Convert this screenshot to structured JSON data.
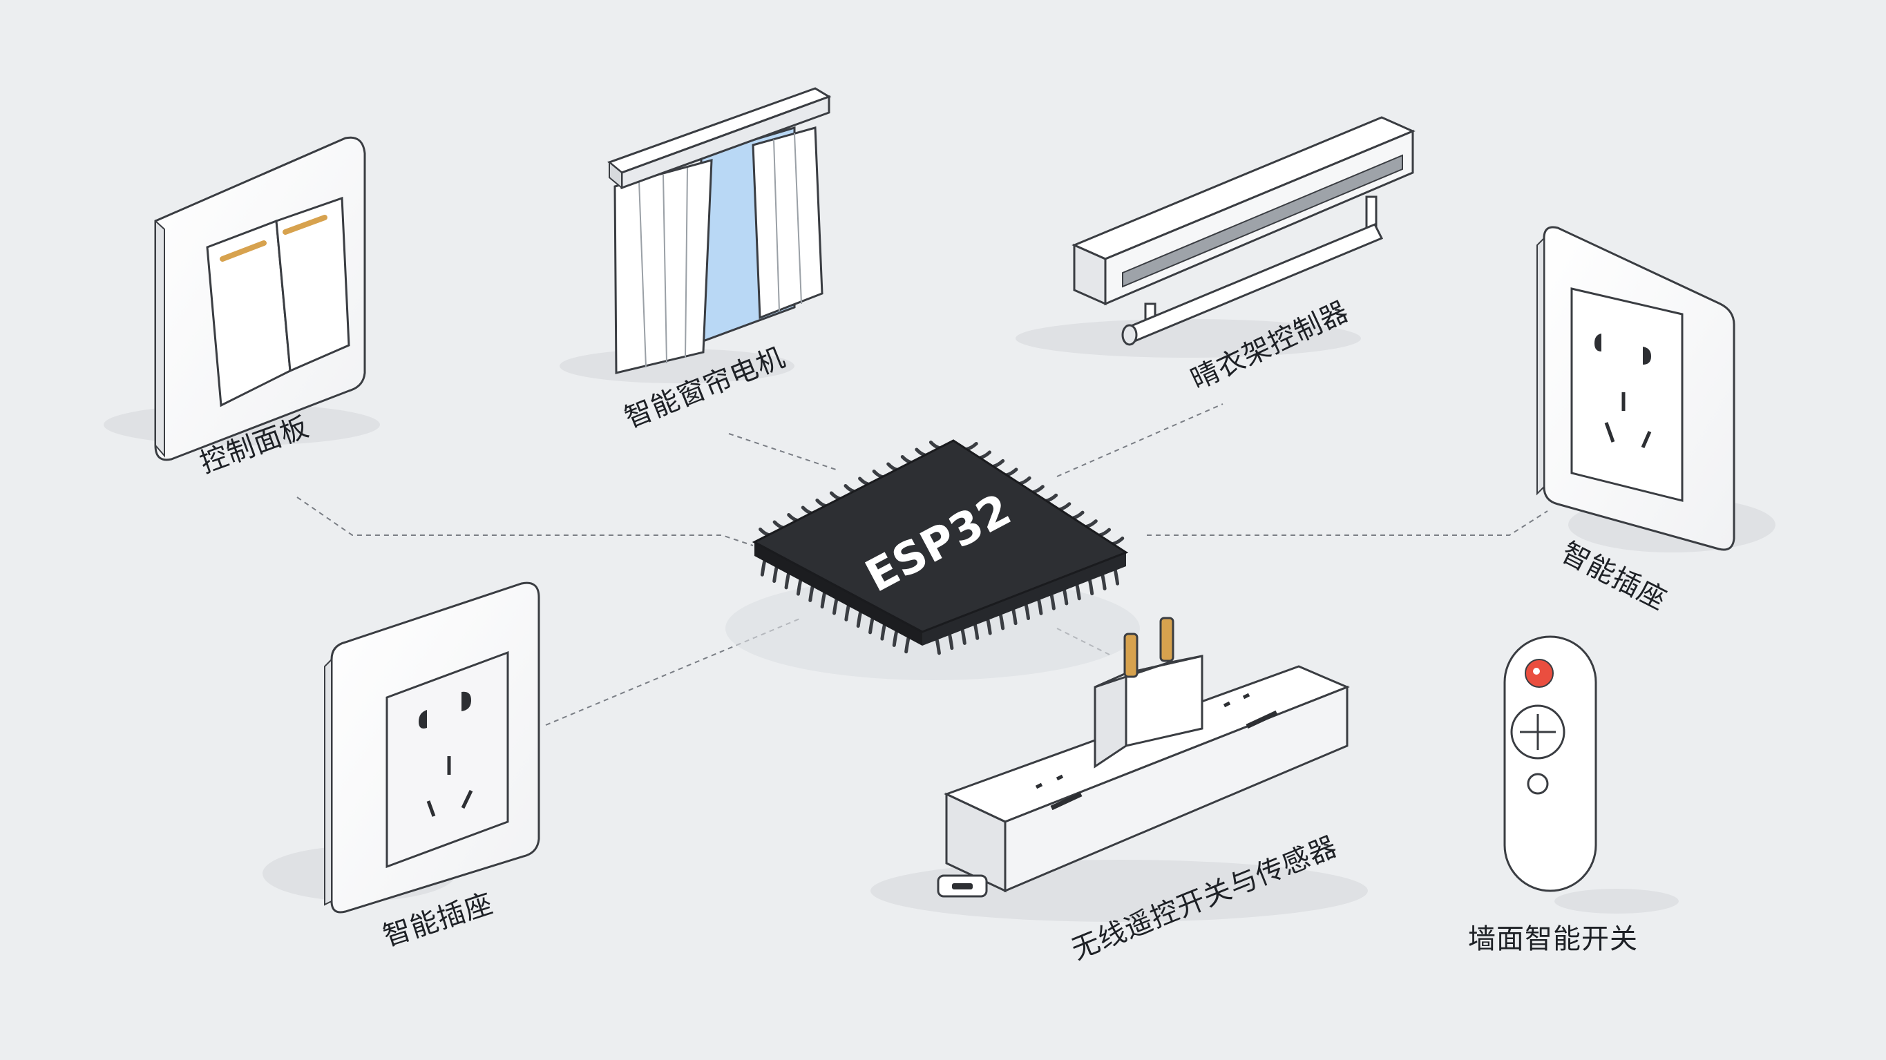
{
  "chip": {
    "label": "ESP32"
  },
  "devices": {
    "control_panel": {
      "label": "控制面板"
    },
    "curtain_motor": {
      "label": "智能窗帘电机"
    },
    "clothes_rack": {
      "label": "晴衣架控制器"
    },
    "smart_socket_right": {
      "label": "智能插座"
    },
    "smart_socket_left": {
      "label": "智能插座"
    },
    "wireless_remote_sensors": {
      "label": "无线遥控开关与传感器"
    },
    "wall_smart_switch": {
      "label": "墙面智能开关"
    }
  },
  "colors": {
    "background": "#eceef0",
    "chip_body": "#2d2f33",
    "connector": "#7a7e85",
    "switch_indicator": "#d7a24e",
    "window_glass": "#b9d8f5",
    "remote_button_red": "#ea4e3f"
  }
}
